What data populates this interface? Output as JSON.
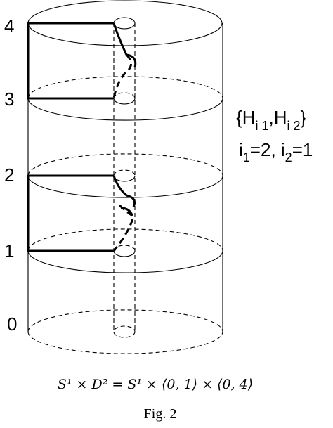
{
  "levels": [
    "0",
    "1",
    "2",
    "3",
    "4"
  ],
  "annotation": {
    "brace_open": "{",
    "h1": "H",
    "h1_sub": "i 1",
    "comma": ",",
    "h2": "H",
    "h2_sub": "i 2",
    "brace_close": "}",
    "i1": "i",
    "i1_sub": "1",
    "i1_val": "=2, i",
    "i2_sub": "2",
    "i2_val": "=1"
  },
  "formula": "S¹ × D² = S¹ × ⟨0, 1⟩ × ⟨0, 4⟩",
  "caption": "Fig. 2"
}
